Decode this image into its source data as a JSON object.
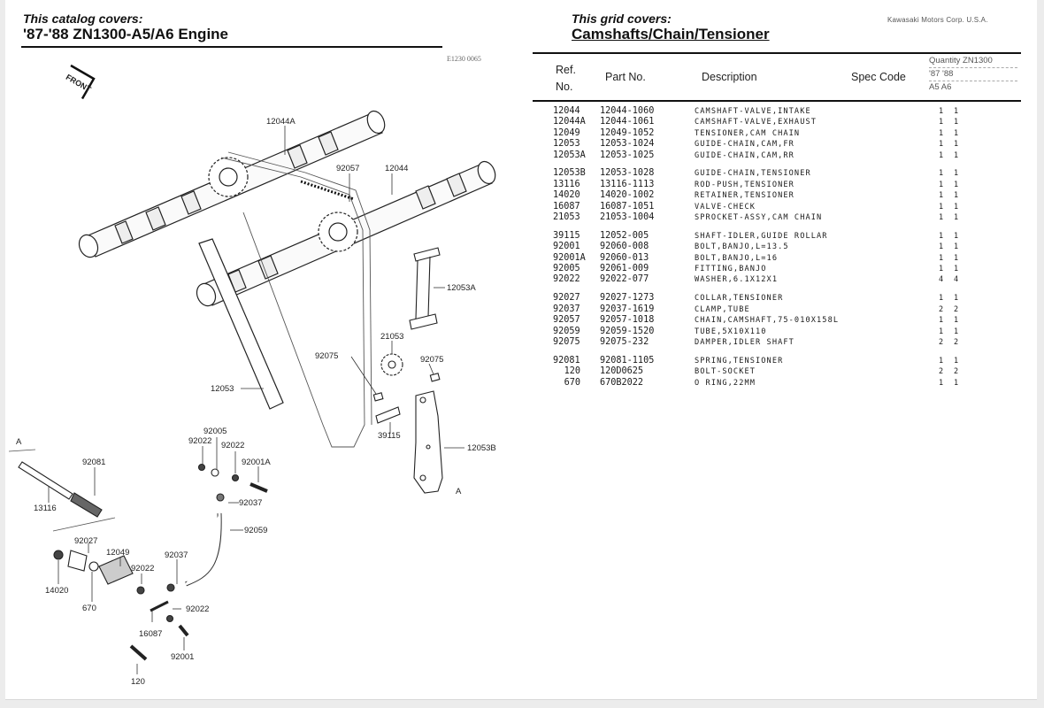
{
  "catalog": {
    "label": "This catalog covers:",
    "title": "'87-'88 ZN1300-A5/A6 Engine",
    "code": "E1230 0065",
    "front_mark": "FRONT"
  },
  "grid": {
    "label": "This grid covers:",
    "title": "Camshafts/Chain/Tensioner",
    "maker": "Kawasaki Motors Corp. U.S.A."
  },
  "table": {
    "headers": {
      "ref_line1": "Ref.",
      "ref_line2": "No.",
      "part": "Part No.",
      "description": "Description",
      "spec": "Spec Code",
      "quantity": "Quantity  ZN1300",
      "years": "'87  '88",
      "models": "A5  A6"
    },
    "groups": [
      [
        {
          "ref": "12044",
          "part": "12044-1060",
          "desc": "CAMSHAFT-VALVE,INTAKE",
          "q1": "1",
          "q2": "1"
        },
        {
          "ref": "12044A",
          "part": "12044-1061",
          "desc": "CAMSHAFT-VALVE,EXHAUST",
          "q1": "1",
          "q2": "1"
        },
        {
          "ref": "12049",
          "part": "12049-1052",
          "desc": "TENSIONER,CAM CHAIN",
          "q1": "1",
          "q2": "1"
        },
        {
          "ref": "12053",
          "part": "12053-1024",
          "desc": "GUIDE-CHAIN,CAM,FR",
          "q1": "1",
          "q2": "1"
        },
        {
          "ref": "12053A",
          "part": "12053-1025",
          "desc": "GUIDE-CHAIN,CAM,RR",
          "q1": "1",
          "q2": "1"
        }
      ],
      [
        {
          "ref": "12053B",
          "part": "12053-1028",
          "desc": "GUIDE-CHAIN,TENSIONER",
          "q1": "1",
          "q2": "1"
        },
        {
          "ref": "13116",
          "part": "13116-1113",
          "desc": "ROD-PUSH,TENSIONER",
          "q1": "1",
          "q2": "1"
        },
        {
          "ref": "14020",
          "part": "14020-1002",
          "desc": "RETAINER,TENSIONER",
          "q1": "1",
          "q2": "1"
        },
        {
          "ref": "16087",
          "part": "16087-1051",
          "desc": "VALVE-CHECK",
          "q1": "1",
          "q2": "1"
        },
        {
          "ref": "21053",
          "part": "21053-1004",
          "desc": "SPROCKET-ASSY,CAM CHAIN",
          "q1": "1",
          "q2": "1"
        }
      ],
      [
        {
          "ref": "39115",
          "part": "12052-005",
          "desc": "SHAFT-IDLER,GUIDE ROLLAR",
          "q1": "1",
          "q2": "1"
        },
        {
          "ref": "92001",
          "part": "92060-008",
          "desc": "BOLT,BANJO,L=13.5",
          "q1": "1",
          "q2": "1"
        },
        {
          "ref": "92001A",
          "part": "92060-013",
          "desc": "BOLT,BANJO,L=16",
          "q1": "1",
          "q2": "1"
        },
        {
          "ref": "92005",
          "part": "92061-009",
          "desc": "FITTING,BANJO",
          "q1": "1",
          "q2": "1"
        },
        {
          "ref": "92022",
          "part": "92022-077",
          "desc": "WASHER,6.1X12X1",
          "q1": "4",
          "q2": "4"
        }
      ],
      [
        {
          "ref": "92027",
          "part": "92027-1273",
          "desc": "COLLAR,TENSIONER",
          "q1": "1",
          "q2": "1"
        },
        {
          "ref": "92037",
          "part": "92037-1619",
          "desc": "CLAMP,TUBE",
          "q1": "2",
          "q2": "2"
        },
        {
          "ref": "92057",
          "part": "92057-1018",
          "desc": "CHAIN,CAMSHAFT,75-010X158L",
          "q1": "1",
          "q2": "1"
        },
        {
          "ref": "92059",
          "part": "92059-1520",
          "desc": "TUBE,5X10X110",
          "q1": "1",
          "q2": "1"
        },
        {
          "ref": "92075",
          "part": "92075-232",
          "desc": "DAMPER,IDLER SHAFT",
          "q1": "2",
          "q2": "2"
        }
      ],
      [
        {
          "ref": "92081",
          "part": "92081-1105",
          "desc": "SPRING,TENSIONER",
          "q1": "1",
          "q2": "1"
        },
        {
          "ref": "120",
          "part": "120D0625",
          "desc": "BOLT-SOCKET",
          "q1": "2",
          "q2": "2"
        },
        {
          "ref": "670",
          "part": "670B2022",
          "desc": "O RING,22MM",
          "q1": "1",
          "q2": "1"
        }
      ]
    ]
  },
  "diagram": {
    "callouts": {
      "c12044A": "12044A",
      "c92057": "92057",
      "c12044": "12044",
      "c12053A": "12053A",
      "c21053": "21053",
      "c92075a": "92075",
      "c92075b": "92075",
      "c12053": "12053",
      "c39115": "39115",
      "c12053B": "12053B",
      "cA1": "A",
      "cA2": "A",
      "c92005": "92005",
      "c92022a": "92022",
      "c92022b": "92022",
      "c92001A": "92001A",
      "c92081": "92081",
      "c13116": "13116",
      "c92037a": "92037",
      "c92059": "92059",
      "c92027": "92027",
      "c12049": "12049",
      "c92037b": "92037",
      "c92022c": "92022",
      "c14020": "14020",
      "c670": "670",
      "c92022d": "92022",
      "c16087": "16087",
      "c92001": "92001",
      "c120": "120"
    }
  }
}
